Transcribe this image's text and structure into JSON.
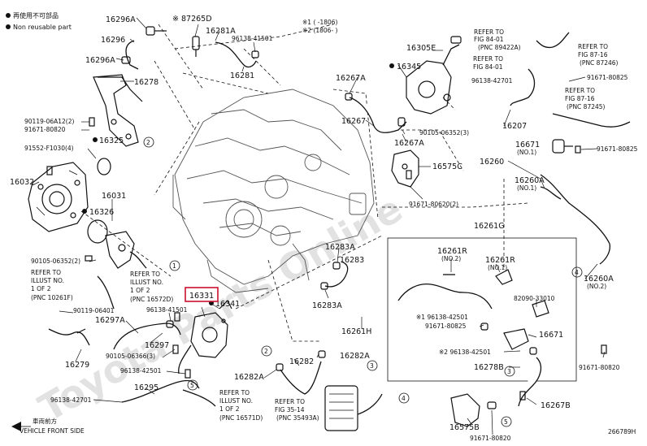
{
  "legend": {
    "no_reuse_symbol": "再使用不可部品",
    "no_reuse_text": "Non reusable part",
    "range_1": "※1 (      -1806)",
    "range_2": "※2 (1806-      )"
  },
  "watermark": "Toyota Parts Online",
  "footer": {
    "direction_jp": "車両前方",
    "direction_en": "VEHICLE FRONT SIDE",
    "diagram_id": "266789H"
  },
  "highlighted_part": "16331",
  "labels": {
    "p16296a_top": "16296A",
    "p16296": "16296",
    "p16296a_mid": "16296A",
    "p16278": "16278",
    "p87265d": "※ 87265D",
    "p16281a": "16281A",
    "p96138_41501_top": "96138-41501",
    "p16281": "16281",
    "p90119_06a12": "90119-06A12(2)",
    "p91671_80820_a": "91671-80820",
    "p91552": "91552-F1030(4)",
    "p16325": "16325",
    "p16032": "16032",
    "p16031": "16031",
    "p16326": "16326",
    "p90105_06352_2": "90105-06352(2)",
    "p90119_06401": "90119-06401",
    "p16297a": "16297A",
    "p16279": "16279",
    "p96138_41501_mid": "96138-41501",
    "p16297": "16297",
    "p90105_06366": "90105-06366(3)",
    "p96138_42501_a": "96138-42501",
    "p16295": "16295",
    "p96138_42701": "96138-42701",
    "p16331": "16331",
    "p16341": "16341",
    "p16305e": "16305E",
    "p16345": "16345",
    "p16267a_top": "16267A",
    "p16267": "16267",
    "p90105_06352_3": "90105-06352(3)",
    "p16267a_mid": "16267A",
    "p16575c": "16575C",
    "p91671_80620": "91671-80620(2)",
    "p96138_42701_r": "96138-42701",
    "p16207": "16207",
    "p16260": "16260",
    "p16671_no1": "16671",
    "no1": "(NO.1)",
    "p91671_80825_a": "91671-80825",
    "p91671_80825_b": "91671-80825",
    "p16260a_top": "16260A",
    "no1b": "(NO.1)",
    "p16260a_bot": "16260A",
    "no2": "(NO.2)",
    "p16283a_top": "16283A",
    "p16283": "16283",
    "p16283a_bot": "16283A",
    "p16261h": "16261H",
    "p16261g": "16261G",
    "p16261r_a": "16261R",
    "no2b": "(NO.2)",
    "p16261r_b": "16261R",
    "no1c": "(NO.1)",
    "p82090": "82090-33010",
    "p96138_42501_s1": "※1 96138-42501",
    "p91671_80825_c": "91671-80825",
    "p16671_b": "16671",
    "p96138_42501_s2": "※2 96138-42501",
    "p16278b": "16278B",
    "p91671_80820_b": "91671-80820",
    "p16282a_top": "16282A",
    "p16282": "16282",
    "p16282a_bot": "16282A",
    "p16267b": "16267B",
    "p16575b": "16575B",
    "p91671_80820_c": "91671-80820"
  },
  "callouts": [
    "1",
    "2",
    "3",
    "4",
    "5"
  ],
  "references": {
    "fig84_01_a": [
      "REFER TO",
      "FIG 84-01",
      "(PNC 89422A)"
    ],
    "fig84_01_b": [
      "REFER TO",
      "FIG 84-01"
    ],
    "fig87_16_a": [
      "REFER TO",
      "FIG 87-16",
      "(PNC 87246)"
    ],
    "fig87_16_b": [
      "REFER TO",
      "FIG 87-16",
      "(PNC 87245)"
    ],
    "illust_1": [
      "REFER TO",
      "ILLUST NO.",
      "1 OF 2",
      "(PNC 10261F)"
    ],
    "illust_2": [
      "REFER TO",
      "ILLUST NO.",
      "1 OF 2",
      "(PNC 16572D)"
    ],
    "illust_3": [
      "REFER TO",
      "ILLUST NO.",
      "1 OF 2",
      "(PNC 16571D)"
    ],
    "fig35_14": [
      "REFER TO",
      "FIG 35-14",
      "(PNC 35493A)"
    ]
  }
}
